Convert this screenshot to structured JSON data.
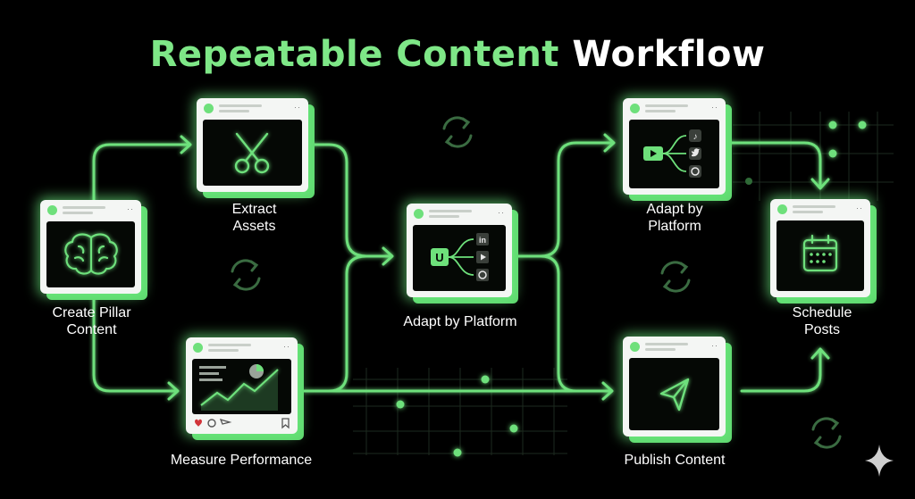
{
  "title": {
    "accent": "Repeatable Content",
    "plain": "Workflow"
  },
  "nodes": {
    "create": {
      "label": "Create Pillar\nContent",
      "icon": "brain-icon"
    },
    "extract": {
      "label": "Extract\nAssets",
      "icon": "scissors-icon"
    },
    "measure": {
      "label": "Measure Performance",
      "icon": "analytics-chart-icon"
    },
    "adapt_center": {
      "label": "Adapt by Platform",
      "icon": "platform-split-icon"
    },
    "adapt_top": {
      "label": "Adapt by\nPlatform",
      "icon": "video-split-icon"
    },
    "publish": {
      "label": "Publish Content",
      "icon": "send-icon"
    },
    "schedule": {
      "label": "Schedule\nPosts",
      "icon": "calendar-icon"
    }
  },
  "platform_icons": {
    "center": [
      "linkedin-icon",
      "youtube-icon",
      "pinterest-icon"
    ],
    "top": [
      "tiktok-icon",
      "twitter-icon",
      "pinterest-icon"
    ]
  },
  "decorations": [
    "refresh-icon",
    "refresh-icon",
    "refresh-icon",
    "refresh-icon",
    "sparkle-icon"
  ],
  "colors": {
    "accent": "#7ee787",
    "glow": "#6ee07b",
    "background": "#000000",
    "card": "#f4f6f4"
  }
}
